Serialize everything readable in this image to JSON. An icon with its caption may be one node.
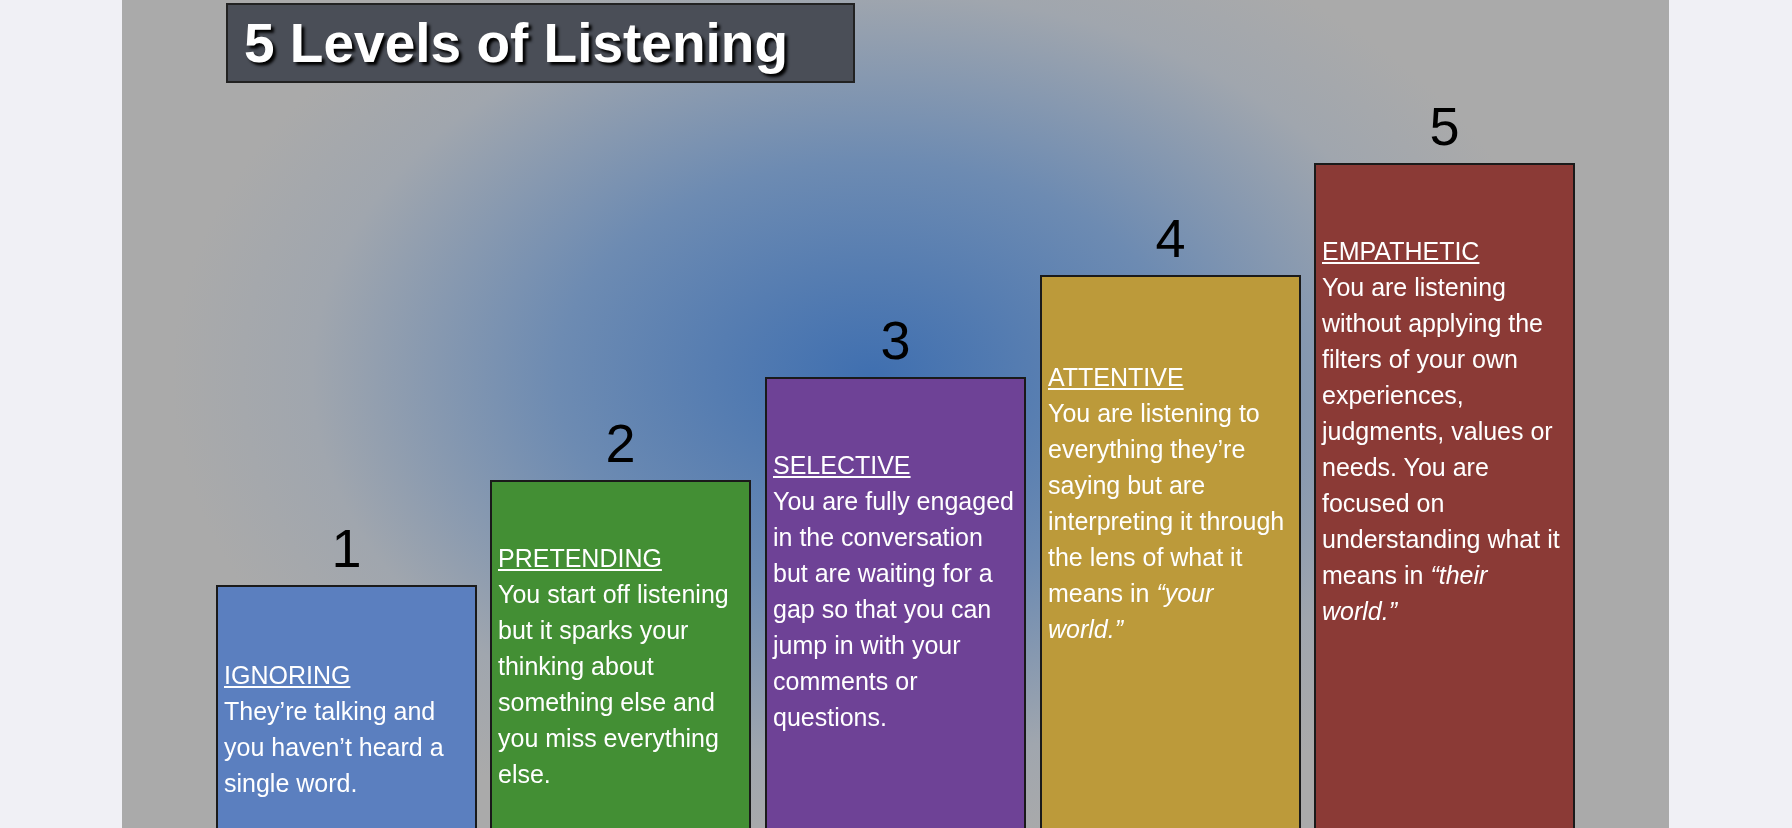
{
  "diagram": {
    "title": "5 Levels of Listening",
    "nodes": [
      {
        "text": [
          "IGNORING",
          "They’re talking and you haven’t heard a single word."
        ],
        "beside": [
          "1"
        ]
      },
      {
        "text": [
          "PRETENDING",
          "You start off listening but it sparks your thinking about something else and you miss everything else."
        ],
        "beside": [
          "2"
        ]
      },
      {
        "text": [
          "SELECTIVE",
          "You are fully engaged in the conversation but are waiting for a gap so that you can jump in with your comments or questions."
        ],
        "beside": [
          "3"
        ]
      },
      {
        "text": [
          "ATTENTIVE",
          "You are listening to everything they’re saying but are interpreting it through the lens of what it means in *“your world.”*"
        ],
        "beside": [
          "4"
        ]
      },
      {
        "text": [
          "EMPATHETIC",
          "You are listening without applying the filters of your own experiences, judgments, values or needs. You are focused on understanding what it means in *“their world.”*"
        ],
        "beside": [
          "5"
        ]
      }
    ],
    "edges": []
  }
}
